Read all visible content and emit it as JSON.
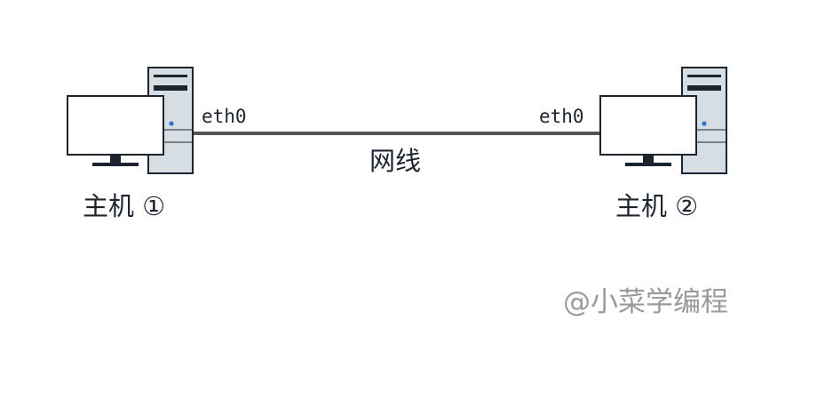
{
  "hosts": [
    {
      "label": "主机 ①",
      "interface": "eth0"
    },
    {
      "label": "主机 ②",
      "interface": "eth0"
    }
  ],
  "link": {
    "label": "网线"
  },
  "watermark": "@小菜学编程",
  "colors": {
    "outline": "#1c2430",
    "tower_fill": "#d6dde3",
    "screen_fill": "#ffffff",
    "led": "#2f6fd6",
    "cable": "#555555",
    "text": "#1c2430",
    "watermark": "#9a9a9a"
  },
  "icons": [
    "desktop-computer-icon",
    "desktop-computer-icon"
  ]
}
